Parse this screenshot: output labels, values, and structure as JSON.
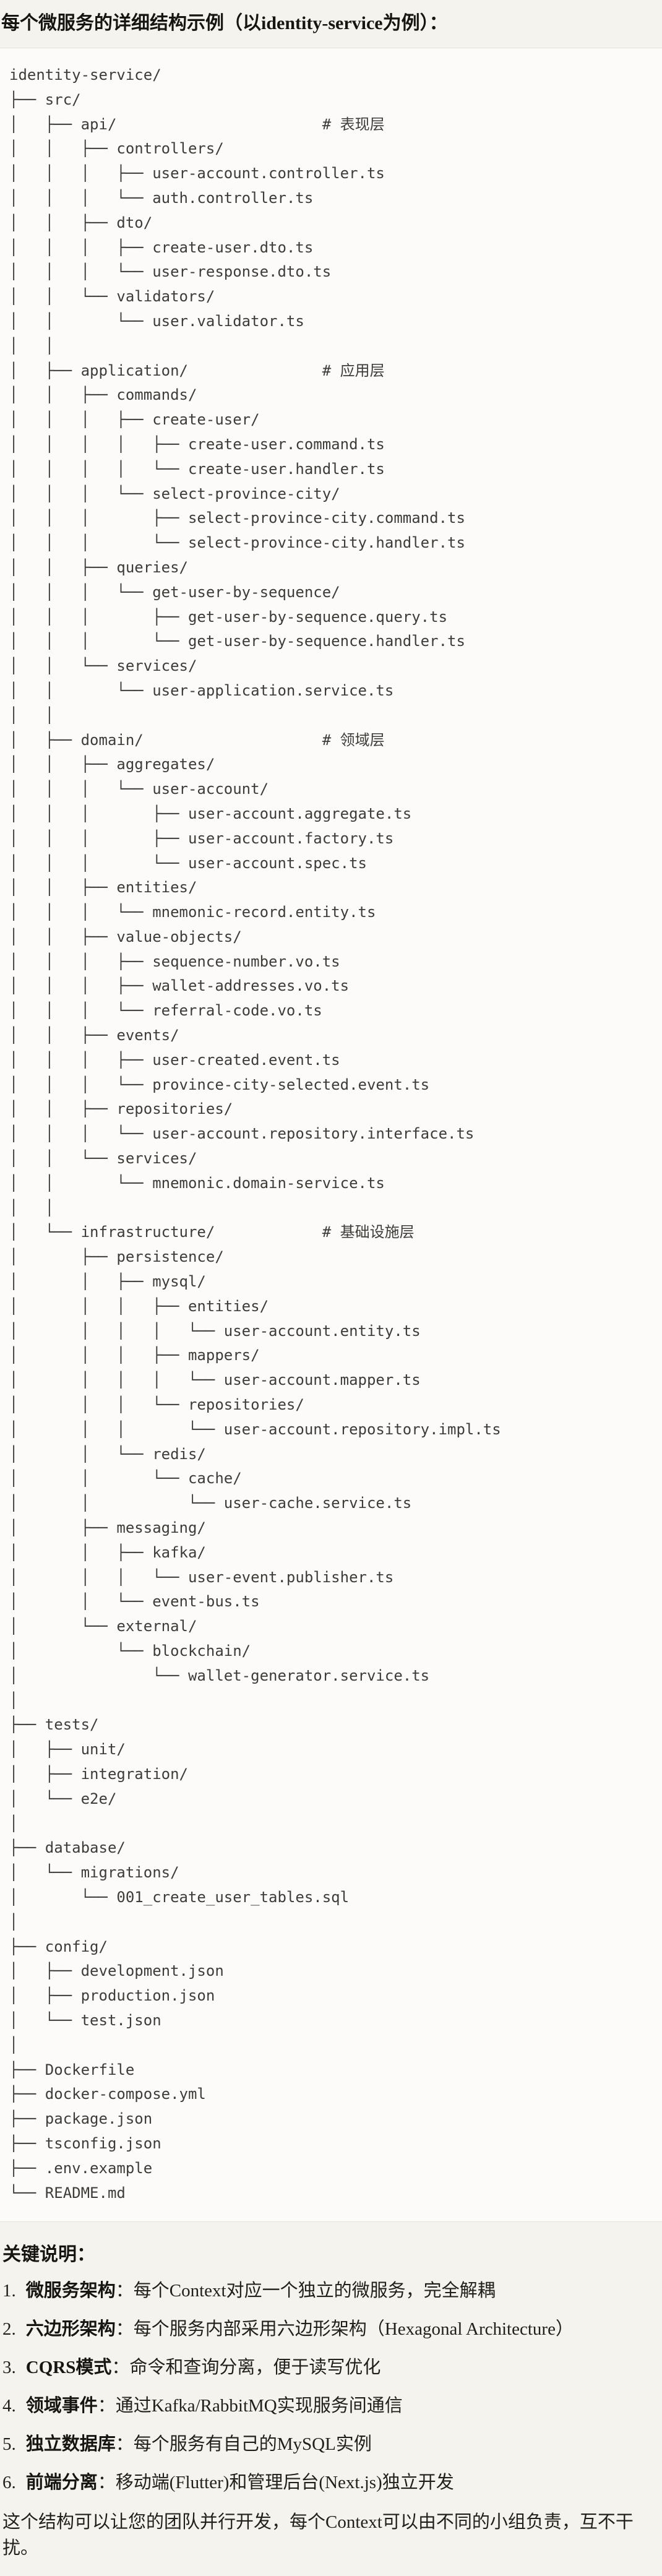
{
  "title": "每个微服务的详细结构示例（以identity-service为例）：",
  "colors": {
    "page_background": "#F5F3ED",
    "code_background": "#FCFBF9",
    "code_border": "#E2E0D7",
    "code_text": "#3D3C38",
    "heading_text": "#161511"
  },
  "code_block": {
    "lines": [
      "identity-service/",
      "├── src/",
      "│   ├── api/                       # 表现层",
      "│   │   ├── controllers/",
      "│   │   │   ├── user-account.controller.ts",
      "│   │   │   └── auth.controller.ts",
      "│   │   ├── dto/",
      "│   │   │   ├── create-user.dto.ts",
      "│   │   │   └── user-response.dto.ts",
      "│   │   └── validators/",
      "│   │       └── user.validator.ts",
      "│   │",
      "│   ├── application/               # 应用层",
      "│   │   ├── commands/",
      "│   │   │   ├── create-user/",
      "│   │   │   │   ├── create-user.command.ts",
      "│   │   │   │   └── create-user.handler.ts",
      "│   │   │   └── select-province-city/",
      "│   │   │       ├── select-province-city.command.ts",
      "│   │   │       └── select-province-city.handler.ts",
      "│   │   ├── queries/",
      "│   │   │   └── get-user-by-sequence/",
      "│   │   │       ├── get-user-by-sequence.query.ts",
      "│   │   │       └── get-user-by-sequence.handler.ts",
      "│   │   └── services/",
      "│   │       └── user-application.service.ts",
      "│   │",
      "│   ├── domain/                    # 领域层",
      "│   │   ├── aggregates/",
      "│   │   │   └── user-account/",
      "│   │   │       ├── user-account.aggregate.ts",
      "│   │   │       ├── user-account.factory.ts",
      "│   │   │       └── user-account.spec.ts",
      "│   │   ├── entities/",
      "│   │   │   └── mnemonic-record.entity.ts",
      "│   │   ├── value-objects/",
      "│   │   │   ├── sequence-number.vo.ts",
      "│   │   │   ├── wallet-addresses.vo.ts",
      "│   │   │   └── referral-code.vo.ts",
      "│   │   ├── events/",
      "│   │   │   ├── user-created.event.ts",
      "│   │   │   └── province-city-selected.event.ts",
      "│   │   ├── repositories/",
      "│   │   │   └── user-account.repository.interface.ts",
      "│   │   └── services/",
      "│   │       └── mnemonic.domain-service.ts",
      "│   │",
      "│   └── infrastructure/            # 基础设施层",
      "│       ├── persistence/",
      "│       │   ├── mysql/",
      "│       │   │   ├── entities/",
      "│       │   │   │   └── user-account.entity.ts",
      "│       │   │   ├── mappers/",
      "│       │   │   │   └── user-account.mapper.ts",
      "│       │   │   └── repositories/",
      "│       │   │       └── user-account.repository.impl.ts",
      "│       │   └── redis/",
      "│       │       └── cache/",
      "│       │           └── user-cache.service.ts",
      "│       ├── messaging/",
      "│       │   ├── kafka/",
      "│       │   │   └── user-event.publisher.ts",
      "│       │   └── event-bus.ts",
      "│       └── external/",
      "│           └── blockchain/",
      "│               └── wallet-generator.service.ts",
      "│",
      "├── tests/",
      "│   ├── unit/",
      "│   ├── integration/",
      "│   └── e2e/",
      "│",
      "├── database/",
      "│   └── migrations/",
      "│       └── 001_create_user_tables.sql",
      "│",
      "├── config/",
      "│   ├── development.json",
      "│   ├── production.json",
      "│   └── test.json",
      "│",
      "├── Dockerfile",
      "├── docker-compose.yml",
      "├── package.json",
      "├── tsconfig.json",
      "├── .env.example",
      "└── README.md"
    ]
  },
  "notes": {
    "heading": "关键说明：",
    "items": [
      {
        "num": "1.",
        "term": "微服务架构",
        "desc": "：每个Context对应一个独立的微服务，完全解耦"
      },
      {
        "num": "2.",
        "term": "六边形架构",
        "desc": "：每个服务内部采用六边形架构（Hexagonal Architecture）"
      },
      {
        "num": "3.",
        "term": "CQRS模式",
        "desc": "：命令和查询分离，便于读写优化"
      },
      {
        "num": "4.",
        "term": "领域事件",
        "desc": "：通过Kafka/RabbitMQ实现服务间通信"
      },
      {
        "num": "5.",
        "term": "独立数据库",
        "desc": "：每个服务有自己的MySQL实例"
      },
      {
        "num": "6.",
        "term": "前端分离",
        "desc": "：移动端(Flutter)和管理后台(Next.js)独立开发"
      }
    ],
    "footer": "这个结构可以让您的团队并行开发，每个Context可以由不同的小组负责，互不干扰。"
  }
}
